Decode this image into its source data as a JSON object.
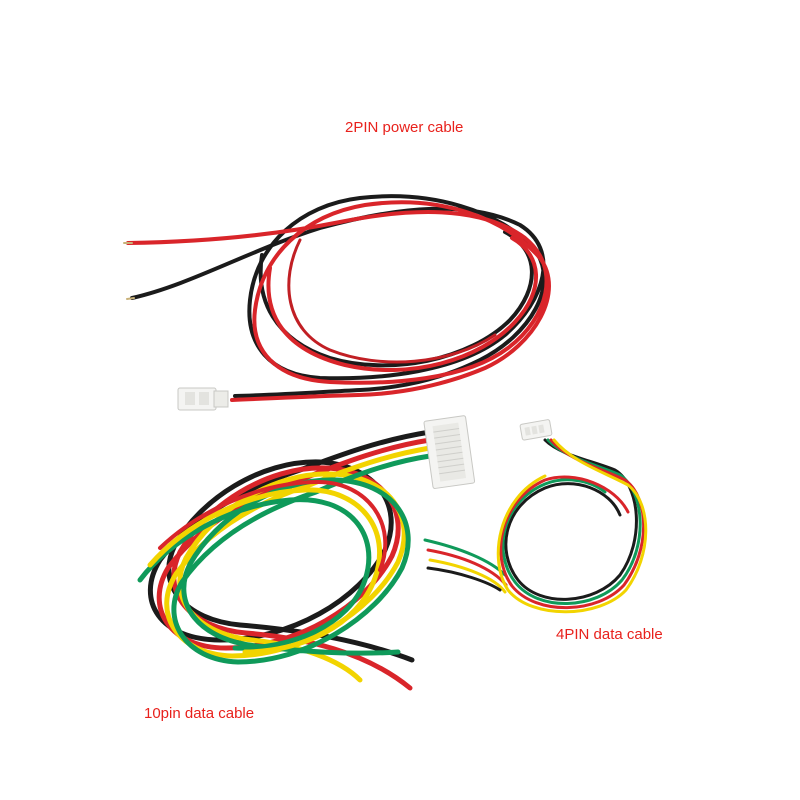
{
  "labels": {
    "power_cable": "2PIN power cable",
    "four_pin": "4PIN data cable",
    "ten_pin": "10pin data cable"
  },
  "colors": {
    "label": "#e8211c",
    "wire_red": "#d9252a",
    "wire_black": "#1b1b1b",
    "wire_green": "#0f9a5a",
    "wire_yellow": "#f2d400",
    "connector": "#f4f4f2"
  }
}
